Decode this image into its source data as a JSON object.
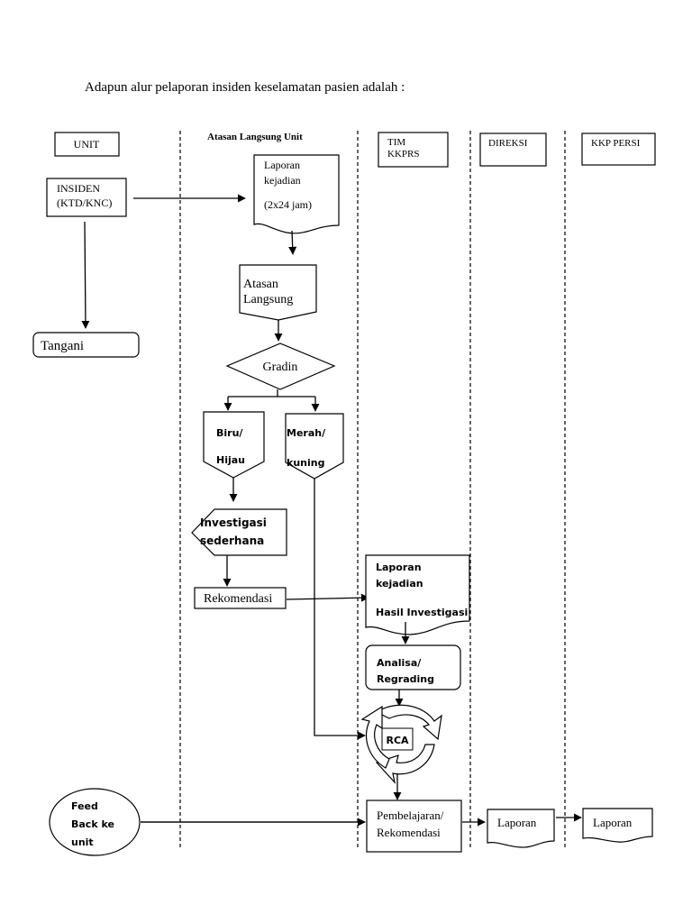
{
  "intro": "Adapun alur pelaporan insiden keselamatan pasien adalah :",
  "lanes": {
    "unit": "UNIT",
    "atasan": "Atasan Langsung Unit",
    "tim": [
      "TIM",
      "KKPRS"
    ],
    "direksi": "DIREKSI",
    "kkp": "KKP PERSI"
  },
  "nodes": {
    "insiden": [
      "INSIDEN",
      "(KTD/KNC)"
    ],
    "tangani": "Tangani",
    "laporan_kejadian": [
      "Laporan",
      "kejadian",
      "(2x24 jam)"
    ],
    "atasan_langsung": [
      "Atasan",
      "Langsung"
    ],
    "gradin": "Gradin",
    "biru_hijau": [
      "Biru/",
      "Hijau"
    ],
    "merah_kuning": [
      "Merah/",
      "kuning"
    ],
    "investigasi": [
      "Investigasi",
      "sederhana"
    ],
    "rekomendasi": "Rekomendasi",
    "laporan_hasil": [
      "Laporan",
      "kejadian",
      "Hasil Investigasi"
    ],
    "analisa": [
      "Analisa/",
      "Regrading"
    ],
    "rca": "RCA",
    "pembelajaran": [
      "Pembelajaran/",
      "Rekomendasi"
    ],
    "feedback": [
      "Feed",
      "Back ke",
      "unit"
    ],
    "laporan_direksi": "Laporan",
    "laporan_kkp": "Laporan"
  }
}
